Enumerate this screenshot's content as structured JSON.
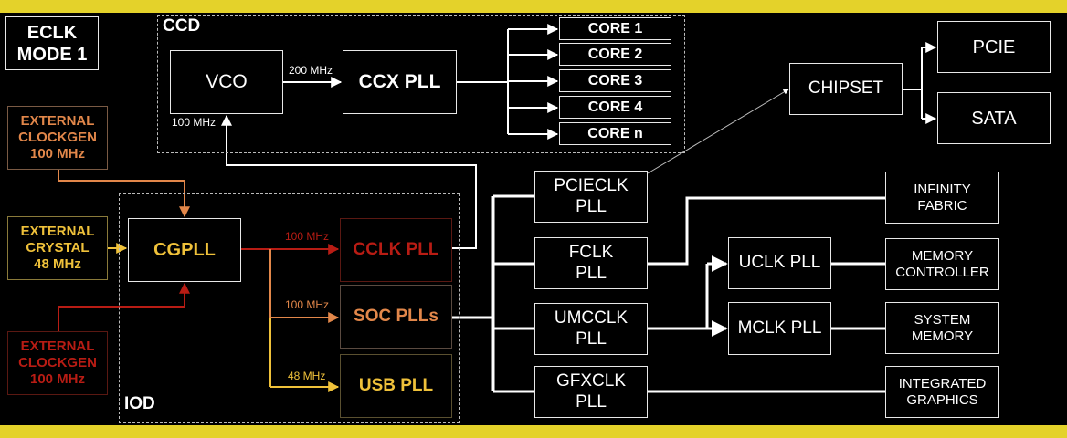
{
  "colors": {
    "background": "#000000",
    "band": "#e4d22a",
    "white": "#ffffff",
    "orange": "#e2874a",
    "yellow": "#efc13a",
    "red": "#b81c14",
    "dark_red_border": "#5a1812"
  },
  "mode_label": "ECLK\nMODE 1",
  "regions": {
    "ccd": "CCD",
    "iod": "IOD"
  },
  "ccd": {
    "vco": "VCO",
    "ccx_pll": "CCX PLL",
    "freq_200": "200 MHz",
    "freq_100": "100 MHz",
    "cores": [
      "CORE 1",
      "CORE 2",
      "CORE 3",
      "CORE 4",
      "CORE n"
    ]
  },
  "sources": {
    "ext_clockgen_top": "EXTERNAL\nCLOCKGEN\n100 MHz",
    "ext_crystal": "EXTERNAL\nCRYSTAL\n48 MHz",
    "ext_clockgen_bottom": "EXTERNAL\nCLOCKGEN\n100 MHz"
  },
  "iod": {
    "cgpll": "CGPLL",
    "cclk_pll": "CCLK PLL",
    "soc_plls": "SOC PLLs",
    "usb_pll": "USB PLL",
    "freq_cclk": "100 MHz",
    "freq_soc": "100 MHz",
    "freq_usb": "48 MHz"
  },
  "soc": {
    "pcieclk": "PCIECLK\nPLL",
    "fclk": "FCLK\nPLL",
    "umcclk": "UMCCLK\nPLL",
    "gfxclk": "GFXCLK\nPLL",
    "uclk": "UCLK PLL",
    "mclk": "MCLK PLL",
    "chipset": "CHIPSET",
    "pcie": "PCIE",
    "sata": "SATA",
    "infinity_fabric": "INFINITY\nFABRIC",
    "memory_controller": "MEMORY\nCONTROLLER",
    "system_memory": "SYSTEM\nMEMORY",
    "integrated_graphics": "INTEGRATED\nGRAPHICS"
  }
}
